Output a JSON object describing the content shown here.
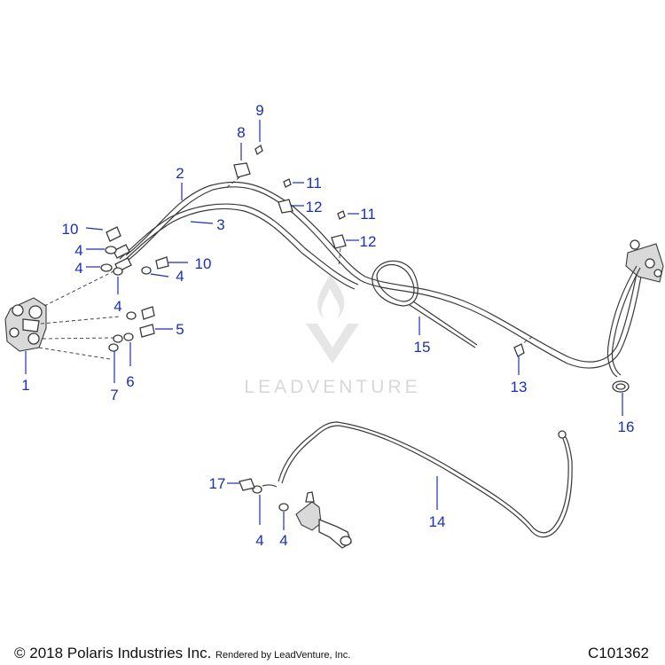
{
  "watermark": {
    "text": "LEADVENTURE"
  },
  "footer": {
    "copyright": "© 2018 Polaris Industries Inc.",
    "rendered_by": "Rendered by LeadVenture, Inc.",
    "diagram_id": "C101362"
  },
  "callouts": {
    "c1": "1",
    "c2": "2",
    "c3": "3",
    "c4a": "4",
    "c4b": "4",
    "c4c": "4",
    "c4d": "4",
    "c4e": "4",
    "c4f": "4",
    "c5": "5",
    "c6": "6",
    "c7": "7",
    "c8": "8",
    "c9": "9",
    "c10a": "10",
    "c10b": "10",
    "c11a": "11",
    "c11b": "11",
    "c12a": "12",
    "c12b": "12",
    "c13": "13",
    "c14": "14",
    "c15": "15",
    "c16": "16",
    "c17": "17"
  },
  "colors": {
    "callout": "#1a2fb8",
    "line_art": "#3a3a3a",
    "watermark": "#d8d8d8"
  }
}
